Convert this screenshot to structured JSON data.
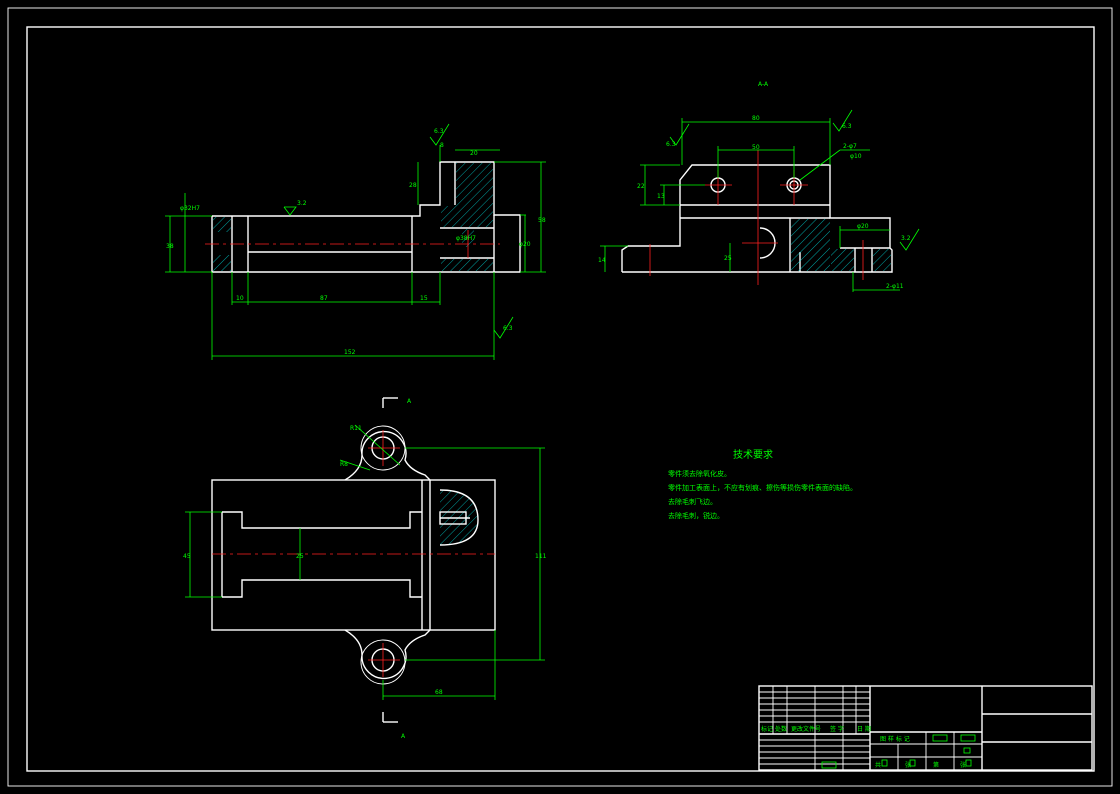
{
  "section_label_top": "A-A",
  "section_label_left": "A",
  "tech": {
    "title": "技术要求",
    "lines": [
      "零件须去除氧化皮。",
      "零件加工表面上，不应有划痕、擦伤等损伤零件表面的缺陷。",
      "去除毛刺飞边。",
      "去除毛刺，锐边。"
    ]
  },
  "front": {
    "roughness_top": "6.3",
    "roughness_left": "3.2",
    "roughness_bottom": "6.3",
    "dim_small_top": "8",
    "dim_20": "20",
    "dim_28": "28",
    "dim_58": "58",
    "dim_38": "38",
    "dim_10": "10",
    "dim_87": "87",
    "dim_15": "15",
    "dim_152": "152",
    "dia_phi32": "φ32H7",
    "dia_phi20": "φ20",
    "dia_phi38": "φ38H7"
  },
  "side": {
    "dim_80": "80",
    "dim_50": "50",
    "dim_22": "22",
    "dim_13": "13",
    "dim_14": "14",
    "dim_25": "25",
    "dim_phi20": "φ20",
    "holes_top": "2-φ7",
    "holes_top_depth": "φ10",
    "holes_bottom": "2-φ11",
    "roughness_left": "6.3",
    "roughness_right": "6.3",
    "roughness_far": "3.2"
  },
  "top": {
    "dim_r11": "R11",
    "dim_r8": "R8",
    "dim_45": "45",
    "dim_25": "25",
    "dim_111": "111",
    "dim_68": "68"
  },
  "title_block": {
    "row_labels": [
      "标记",
      "处数",
      "更改文件号",
      "签 字",
      "日 期"
    ],
    "stage_labels": [
      "图 样 标 记"
    ],
    "sheet_labels": [
      "共",
      "张",
      "第",
      "张"
    ]
  },
  "colors": {
    "outline": "#ffffff",
    "dimension": "#00ff00",
    "centerline": "#ff2020",
    "background": "#000000"
  }
}
